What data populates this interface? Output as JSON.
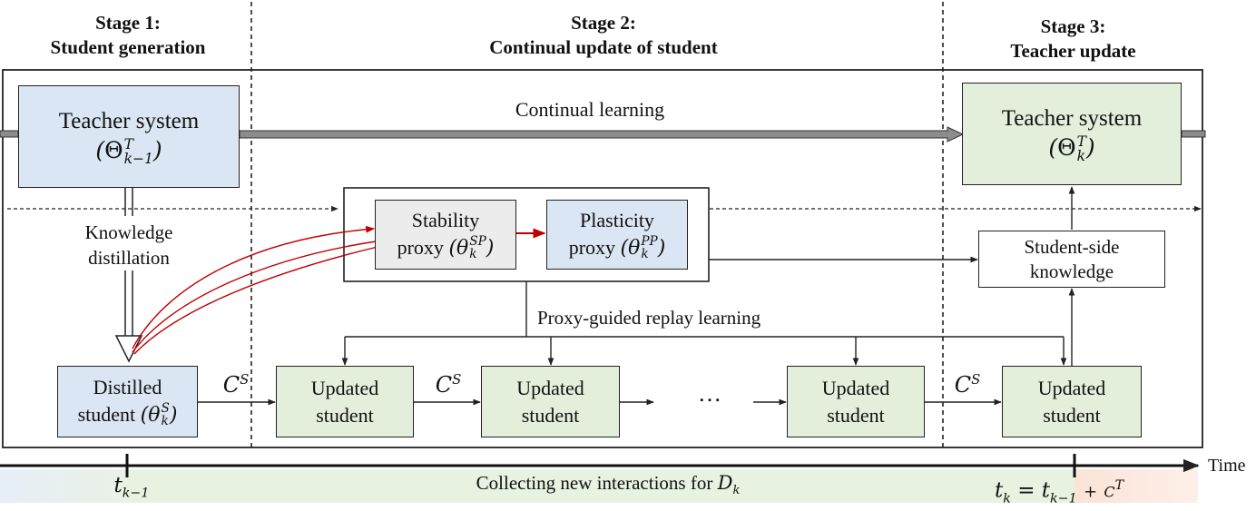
{
  "stages": {
    "s1": {
      "line1": "Stage 1:",
      "line2": "Student generation"
    },
    "s2": {
      "line1": "Stage 2:",
      "line2": "Continual update of student"
    },
    "s3": {
      "line1": "Stage 3:",
      "line2": "Teacher update"
    }
  },
  "teacher_prev": {
    "title": "Teacher system",
    "math": "Θ",
    "sup": "T",
    "sub": "k−1"
  },
  "teacher_new": {
    "title": "Teacher system",
    "math": "Θ",
    "sup": "T",
    "sub": "k"
  },
  "continual_learning": "Continual learning",
  "knowledge_distillation": {
    "line1": "Knowledge",
    "line2": "distillation"
  },
  "stability_proxy": {
    "line1": "Stability",
    "line2": "proxy",
    "math": "θ",
    "sup": "SP",
    "sub": "k"
  },
  "plasticity_proxy": {
    "line1": "Plasticity",
    "line2": "proxy",
    "math": "θ",
    "sup": "PP",
    "sub": "k"
  },
  "student_side": {
    "line1": "Student-side",
    "line2": "knowledge"
  },
  "proxy_guided": "Proxy-guided replay learning",
  "distilled_student": {
    "line1": "Distilled",
    "line2": "student",
    "math": "θ",
    "sup": "S",
    "sub": "k"
  },
  "updated_student": {
    "line1": "Updated",
    "line2": "student"
  },
  "cs_label": {
    "base": "C",
    "sup": "S"
  },
  "ellipsis": "…",
  "timeline": {
    "axis_label": "Time",
    "collecting": "Collecting new interactions for",
    "collecting_math": "D",
    "collecting_sub": "k",
    "t_prev": {
      "base": "t",
      "sub": "k−1"
    },
    "t_k": {
      "base": "t",
      "sub": "k",
      "eq": "=",
      "base2": "t",
      "sub2": "k−1",
      "plus": "+",
      "c": "C",
      "csup": "T"
    }
  },
  "colors": {
    "blue_fill": "#dae6f3",
    "green_fill": "#e3efda",
    "grey_fill": "#ececec",
    "red_arrow": "#c00000",
    "band_blue": "#e6eef8",
    "band_green": "#e8f2e1",
    "band_orange": "#fbe3d6"
  }
}
